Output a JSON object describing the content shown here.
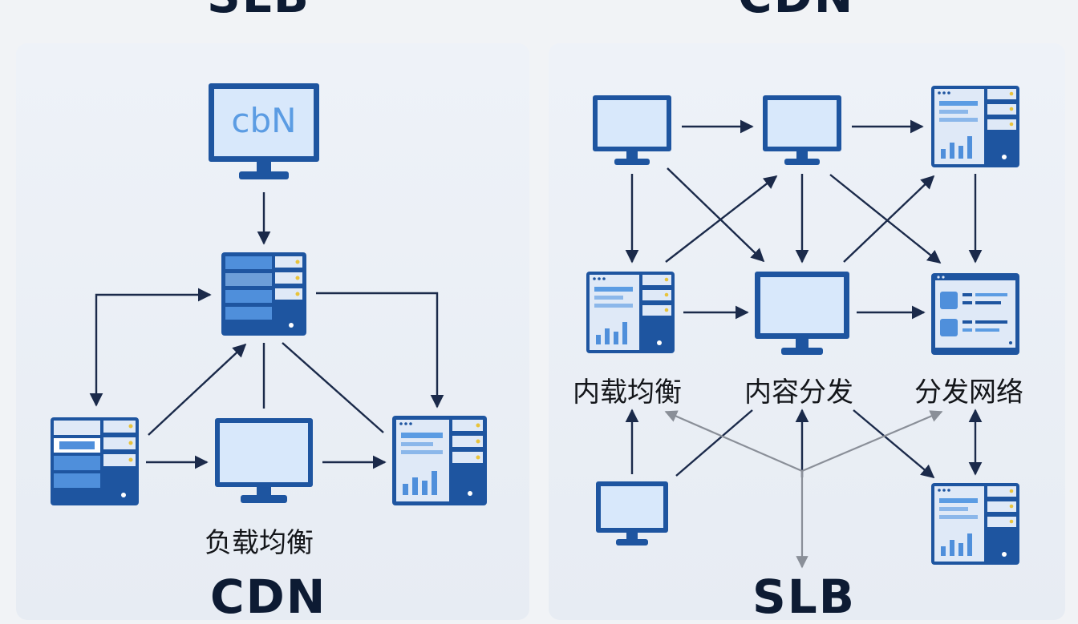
{
  "headings": {
    "top_left": "SLB",
    "top_right": "CDN",
    "bottom_left": "CDN",
    "bottom_right": "SLB"
  },
  "left_panel": {
    "monitor_screen_text": "cbN",
    "label": "负载均衡"
  },
  "right_panel": {
    "labels": [
      "内载均衡",
      "内容分发",
      "分发网络"
    ]
  },
  "colors": {
    "frame": "#1e55a0",
    "screen": "#d8e8fb",
    "light_blue": "#4f8fdb",
    "arrow": "#1b2a4a",
    "grey_arrow": "#8a8f98",
    "text_blue": "#5b9ce3"
  }
}
